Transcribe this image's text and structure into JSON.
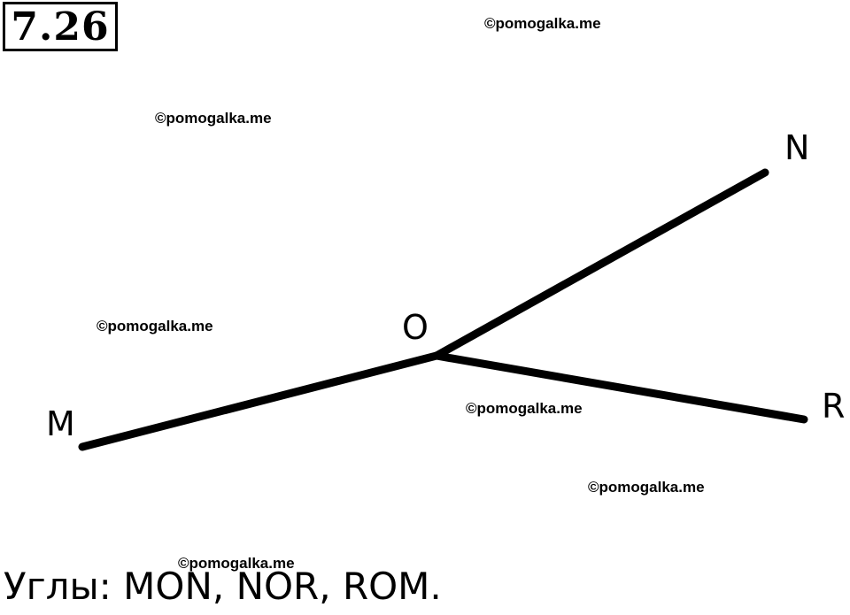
{
  "problem_number": "7.26",
  "watermarks": [
    "©pomogalka.me",
    "©pomogalka.me",
    "©pomogalka.me",
    "©pomogalka.me",
    "©pomogalka.me",
    "©pomogalka.me"
  ],
  "diagram": {
    "points": {
      "M": "M",
      "O": "O",
      "N": "N",
      "R": "R"
    },
    "rays": [
      "OM",
      "ON",
      "OR"
    ],
    "line_color": "#000000"
  },
  "answer": "Углы: MON, NOR, ROM."
}
